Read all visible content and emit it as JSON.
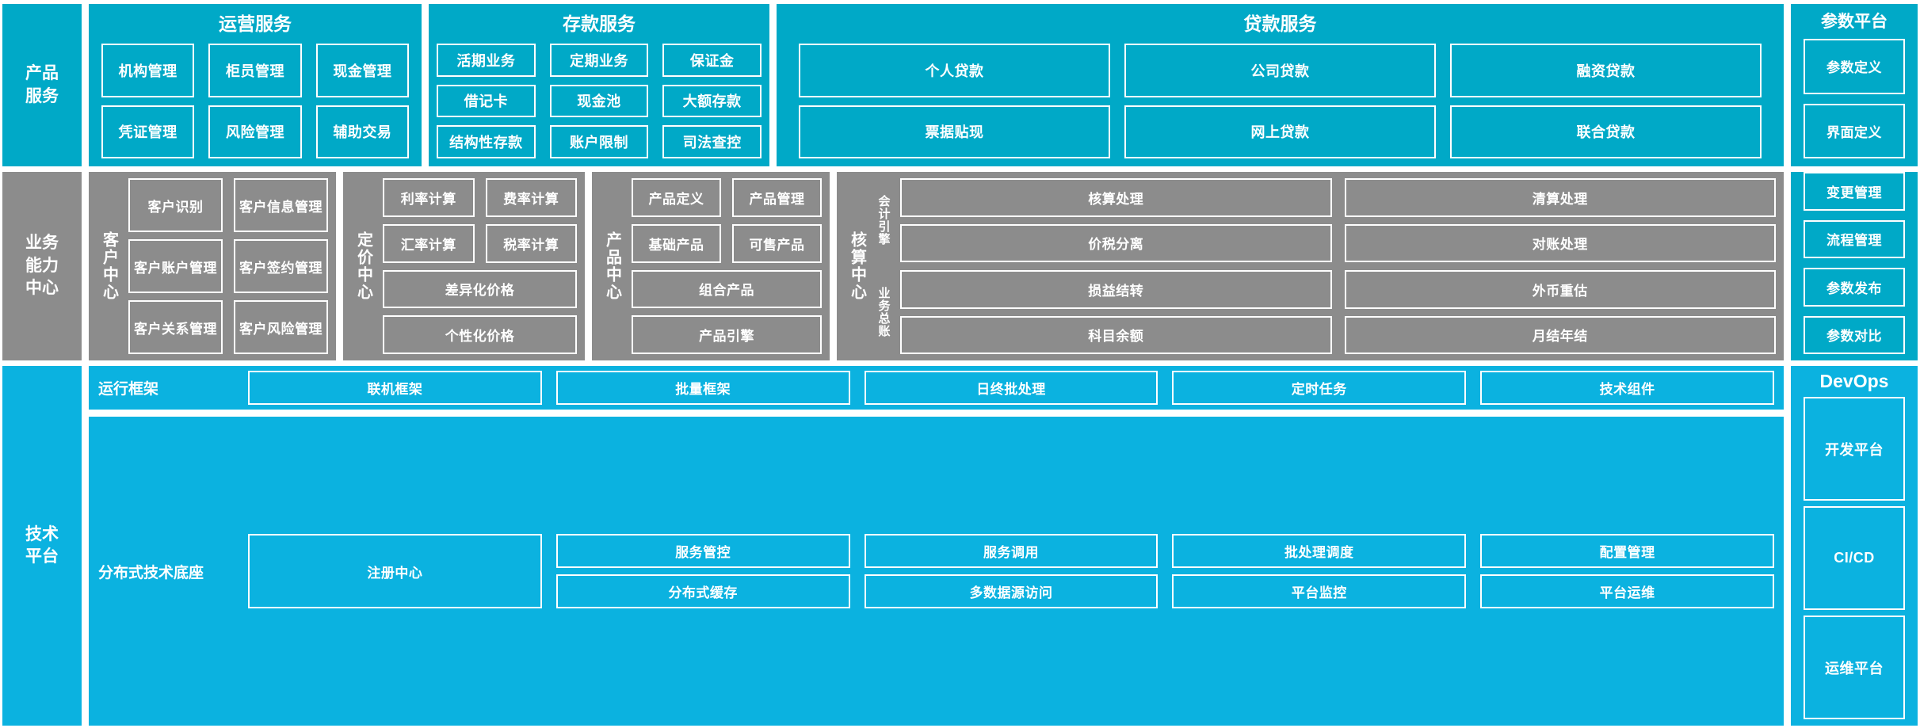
{
  "colors": {
    "cyan": "#00A9C7",
    "bright_blue": "#0BB2E0",
    "gray": "#8c8c8c",
    "border": "#ffffff"
  },
  "rows": {
    "product_service": {
      "side_label_line1": "产品",
      "side_label_line2": "服务",
      "blocks": [
        {
          "title": "运营服务",
          "items": [
            "机构管理",
            "柜员管理",
            "现金管理",
            "凭证管理",
            "风险管理",
            "辅助交易"
          ]
        },
        {
          "title": "存款服务",
          "items": [
            "活期业务",
            "定期业务",
            "保证金",
            "借记卡",
            "现金池",
            "大额存款",
            "结构性存款",
            "账户限制",
            "司法查控"
          ]
        },
        {
          "title": "贷款服务",
          "items": [
            "个人贷款",
            "公司贷款",
            "融资贷款",
            "票据贴现",
            "网上贷款",
            "联合贷款"
          ]
        }
      ]
    },
    "business_capability": {
      "side_label_line1": "业务",
      "side_label_line2": "能力",
      "side_label_line3": "中心",
      "centers": [
        {
          "label": "客户中心",
          "items": [
            "客户识别",
            "客户信息管理",
            "客户账户管理",
            "客户签约管理",
            "客户关系管理",
            "客户风险管理"
          ]
        },
        {
          "label": "定价中心",
          "items": [
            "利率计算",
            "费率计算",
            "汇率计算",
            "税率计算",
            "差异化价格",
            "个性化价格"
          ]
        },
        {
          "label": "产品中心",
          "items": [
            "产品定义",
            "产品管理",
            "基础产品",
            "可售产品",
            "组合产品",
            "产品引擎"
          ]
        }
      ],
      "accounting": {
        "label": "核算中心",
        "subgroups": [
          {
            "label": "会计引擎",
            "items": [
              "核算处理",
              "清算处理",
              "价税分离",
              "对账处理"
            ]
          },
          {
            "label": "业务总账",
            "items": [
              "损益结转",
              "外币重估",
              "科目余额",
              "月结年结"
            ]
          }
        ]
      }
    },
    "technology_platform": {
      "side_label_line1": "技术",
      "side_label_line2": "平台",
      "bands": [
        {
          "name": "运行框架",
          "items": [
            "联机框架",
            "批量框架",
            "日终批处理",
            "定时任务",
            "技术组件"
          ]
        },
        {
          "name": "分布式技术底座",
          "primary": "注册中心",
          "items": [
            "服务管控",
            "服务调用",
            "批处理调度",
            "配置管理",
            "分布式缓存",
            "多数据源访问",
            "平台监控",
            "平台运维"
          ]
        }
      ]
    }
  },
  "param_platform": {
    "title": "参数平台",
    "items_top": [
      "参数定义",
      "界面定义"
    ],
    "items_bottom": [
      "变更管理",
      "流程管理",
      "参数发布",
      "参数对比"
    ]
  },
  "devops": {
    "title": "DevOps",
    "items": [
      "开发平台",
      "CI/CD",
      "运维平台"
    ]
  }
}
